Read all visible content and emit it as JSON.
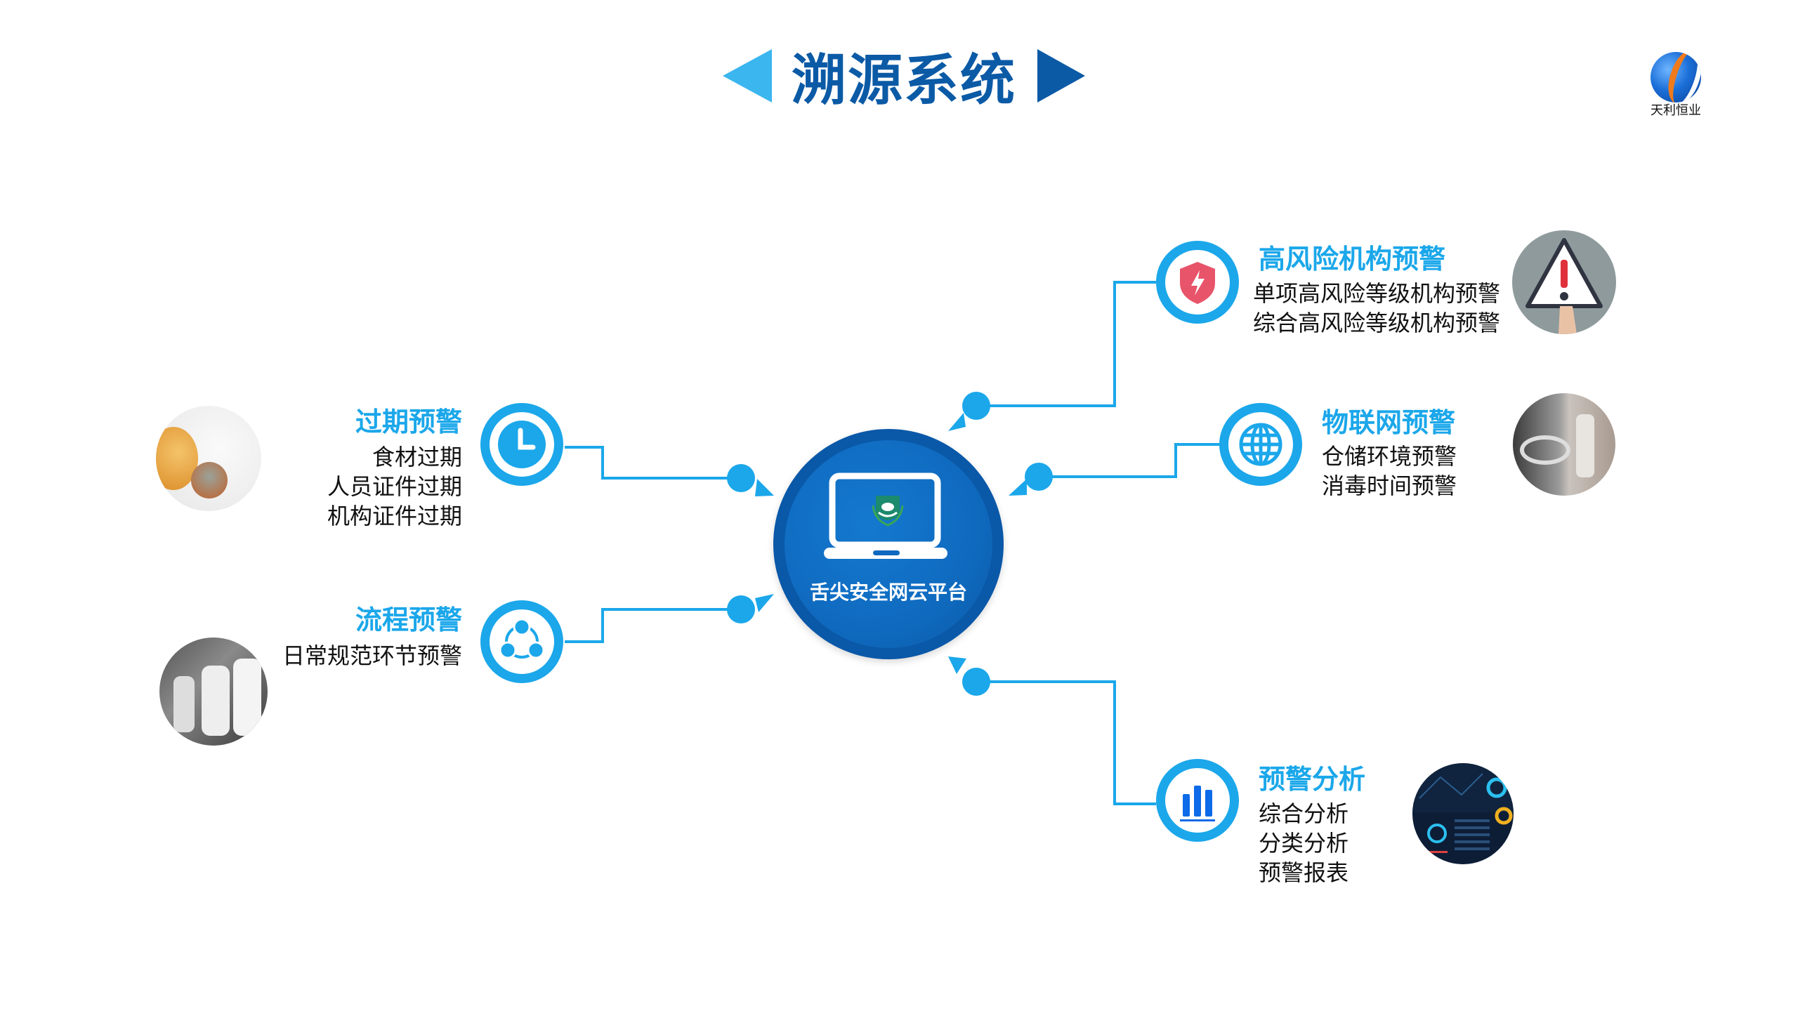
{
  "header": {
    "title": "溯源系统"
  },
  "logo": {
    "text": "天利恒业"
  },
  "hub": {
    "label": "舌尖安全网云平台"
  },
  "nodes": {
    "expiry": {
      "title": "过期预警",
      "items": [
        "食材过期",
        "人员证件过期",
        "机构证件过期"
      ],
      "icon": "clock-icon"
    },
    "process": {
      "title": "流程预警",
      "items": [
        "日常规范环节预警"
      ],
      "icon": "share-nodes-icon"
    },
    "high_risk": {
      "title": "高风险机构预警",
      "items": [
        "单项高风险等级机构预警",
        "综合高风险等级机构预警"
      ],
      "icon": "shield-bolt-icon"
    },
    "iot": {
      "title": "物联网预警",
      "items": [
        "仓储环境预警",
        "消毒时间预警"
      ],
      "icon": "globe-icon"
    },
    "analysis": {
      "title": "预警分析",
      "items": [
        "综合分析",
        "分类分析",
        "预警报表"
      ],
      "icon": "bar-chart-icon"
    }
  },
  "colors": {
    "accent": "#1ba7ea",
    "title_blue": "#0b5aa6",
    "hub": "#0a58a8",
    "shield": "#e8546a"
  }
}
